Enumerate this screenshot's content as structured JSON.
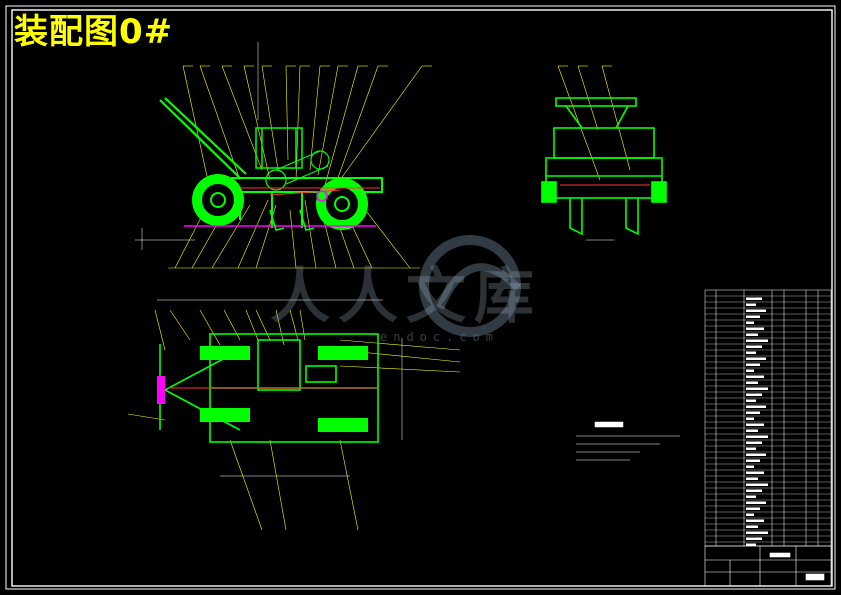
{
  "drawing": {
    "title": "装配图0#",
    "watermark_main": "人人文库",
    "watermark_url": "endoc.com"
  },
  "colors": {
    "background": "#000000",
    "frame": "#ffffff",
    "part": "#00ff00",
    "leader": "#ffff00",
    "accent": "#ff00ff",
    "hidden": "#ff3333",
    "dimension": "#ffffff"
  }
}
